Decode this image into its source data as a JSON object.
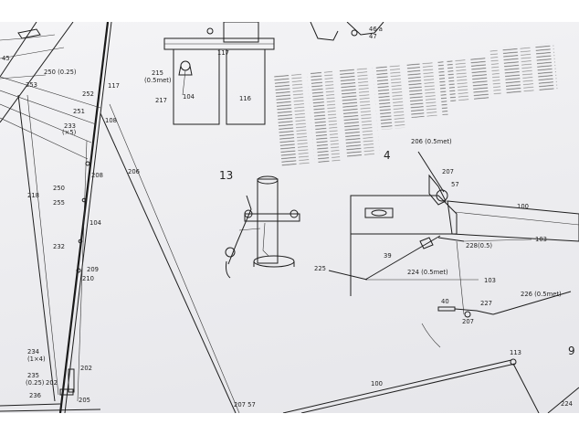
{
  "figures": {
    "detail_13": "13",
    "detail_4": "4",
    "detail_9": "9"
  },
  "labels": {
    "l250": "250 (0.25)",
    "l253": "253",
    "l252": "252",
    "l117": "117",
    "l251": "251",
    "l233": "233",
    "l233b": "(×5)",
    "l108": "108",
    "l218": "218",
    "l250b": "250",
    "l255": "255",
    "l104": "104",
    "l232": "232",
    "l209": "209",
    "l210": "210",
    "l234": "234",
    "l234b": "(1×4)",
    "l235": "235",
    "l235b": "(0.25)",
    "l202a": "202",
    "l202b": "202",
    "l236": "236",
    "l205": "205",
    "l206": "206",
    "l208": "208",
    "l207_57_bottom": "207 57",
    "t215": "215",
    "t215b": "(0.5met)",
    "t217": "217",
    "t104": "104",
    "t116": "116",
    "t117": "117",
    "r206": "206 (0.5met)",
    "r207": "207",
    "r57": "57",
    "r100": "100",
    "r228": "228(0.5)",
    "r103a": "103",
    "r39": "39",
    "r225": "225",
    "r224": "224 (0.5met)",
    "r103b": "103",
    "r40": "40",
    "r227": "227",
    "r226": "226 (0.5met)",
    "r207b": "207",
    "r113": "113",
    "r100b": "100",
    "r224b": "224",
    "tr46": "46 a",
    "tr47": "47",
    "tl45": "45"
  }
}
